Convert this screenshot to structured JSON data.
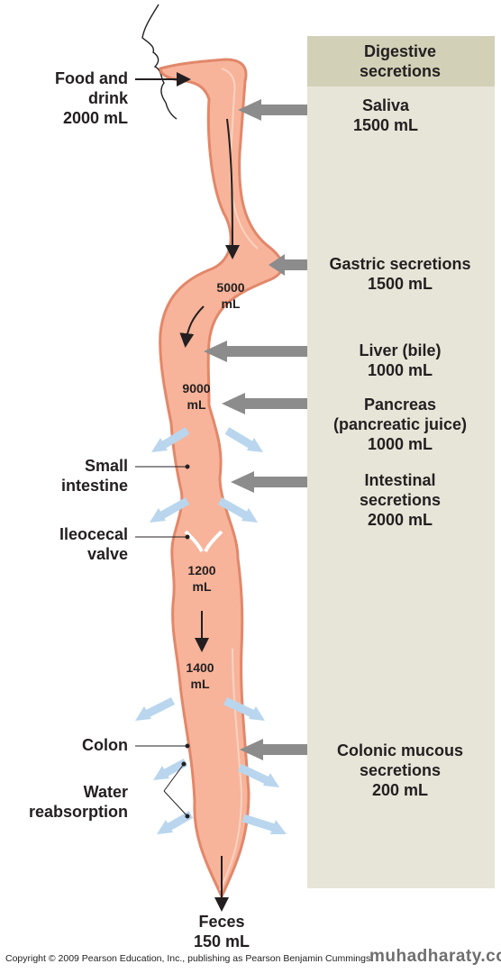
{
  "panel": {
    "title_line1": "Digestive",
    "title_line2": "secretions"
  },
  "secretions": [
    {
      "name": "Saliva",
      "volume": "1500 mL"
    },
    {
      "name": "Gastric secretions",
      "volume": "1500 mL"
    },
    {
      "name": "Liver (bile)",
      "volume": "1000 mL"
    },
    {
      "name_line1": "Pancreas",
      "name_line2": "(pancreatic juice)",
      "volume": "1000 mL"
    },
    {
      "name_line1": "Intestinal",
      "name_line2": "secretions",
      "volume": "2000 mL"
    },
    {
      "name_line1": "Colonic mucous",
      "name_line2": "secretions",
      "volume": "200 mL"
    }
  ],
  "left_labels": {
    "food_line1": "Food and",
    "food_line2": "drink",
    "food_volume": "2000 mL",
    "small_intestine_line1": "Small",
    "small_intestine_line2": "intestine",
    "ileocecal_line1": "Ileocecal",
    "ileocecal_line2": "valve",
    "colon": "Colon",
    "water_line1": "Water",
    "water_line2": "reabsorption"
  },
  "tract_volumes": [
    {
      "value": "5000",
      "unit": "mL"
    },
    {
      "value": "9000",
      "unit": "mL"
    },
    {
      "value": "1200",
      "unit": "mL"
    },
    {
      "value": "1400",
      "unit": "mL"
    }
  ],
  "output": {
    "label": "Feces",
    "volume": "150 mL"
  },
  "copyright": "Copyright © 2009 Pearson Education, Inc., publishing as Pearson Benjamin Cummings.",
  "watermark": "muhadharaty.com",
  "colors": {
    "tract_fill": "#f7b49a",
    "tract_edge": "#e2876a",
    "secretion_arrow": "#8c8c8c",
    "reabsorption_arrow": "#b9d6ee",
    "panel_bg": "#e7e5d8",
    "panel_header": "#d2d0b7"
  }
}
